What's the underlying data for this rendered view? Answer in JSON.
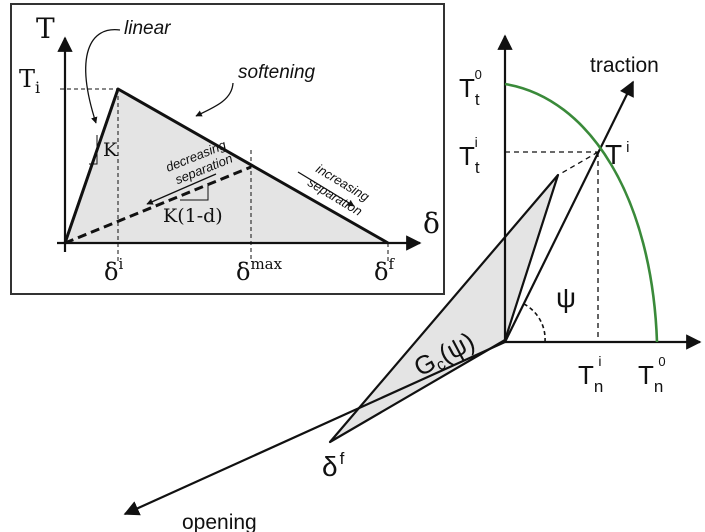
{
  "colors": {
    "ink": "#111111",
    "fill": "#e4e4e4",
    "envelope": "#3a8a3a",
    "frame": "#333333"
  },
  "inset": {
    "axis_y_label": "T",
    "axis_x_label": "δ",
    "peak_label": "T",
    "peak_sub": "i",
    "linear_label": "linear",
    "softening_label": "softening",
    "stiffness_label": "K",
    "degraded_label": "K(1-d)",
    "decreasing_line1": "decreasing",
    "decreasing_line2": "separation",
    "increasing_line1": "increasing",
    "increasing_line2": "separation",
    "delta_i_base": "δ",
    "delta_i_sup": "i",
    "delta_max_base": "δ",
    "delta_max_sup": "max",
    "delta_f_base": "δ",
    "delta_f_sup": "f"
  },
  "main": {
    "traction_label": "traction",
    "opening_label": "opening",
    "tt0_base": "T",
    "tt0_sub": "t",
    "tt0_sup": "0",
    "tti_base": "T",
    "tti_sub": "t",
    "tti_sup": "i",
    "ti_base": "T",
    "ti_sup": "i",
    "tni_base": "T",
    "tni_sub": "n",
    "tni_sup": "i",
    "tn0_base": "T",
    "tn0_sub": "n",
    "tn0_sup": "0",
    "psi_label": "ψ",
    "gc_base": "G",
    "gc_sub": "c",
    "gc_arg": "(ψ)",
    "deltaf_base": "δ",
    "deltaf_sup": "f"
  }
}
